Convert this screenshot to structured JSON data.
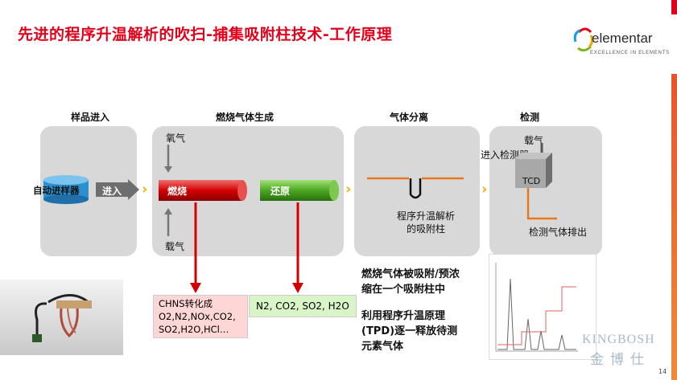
{
  "title": "先进的程序升温解析的吹扫-捕集吸附柱技术-工作原理",
  "logo": {
    "name": "elementar",
    "tagline": "EXCELLENCE IN ELEMENTS"
  },
  "stages": {
    "s1": "样品进入",
    "s2": "燃烧气体生成",
    "s3": "气体分离",
    "s4": "检测"
  },
  "labels": {
    "autosampler": "自动进样器",
    "enter": "进入",
    "combustion": "燃烧",
    "reduction": "还原",
    "oxygen": "氧气",
    "carrier_bottom": "载气",
    "tpd_column": "程序升温解析\n的吸附柱",
    "carrier_top": "载气",
    "enter_detector": "进入检测器",
    "tcd": "TCD",
    "exhaust": "检测气体排出"
  },
  "boxes": {
    "combustion_products_line1": "CHNS转化成",
    "combustion_products_line2": "O2,N2,NOx,CO2,",
    "combustion_products_line3": "SO2,H2O,HCl…",
    "reduction_products": "N2, CO2, SO2, H2O"
  },
  "description": {
    "line1": "燃烧气体被吸附/预浓",
    "line2": "缩在一个吸附柱中",
    "line3": "利用程序升温原理",
    "line4": "(TPD)逐一释放待测",
    "line5": "元素气体"
  },
  "watermark": {
    "latin": "KINGBOSH",
    "cn": "金博仕"
  },
  "page_number": "14",
  "colors": {
    "accent": "#e2001a",
    "chevron": "#f0b400",
    "orange": "#e87722"
  }
}
